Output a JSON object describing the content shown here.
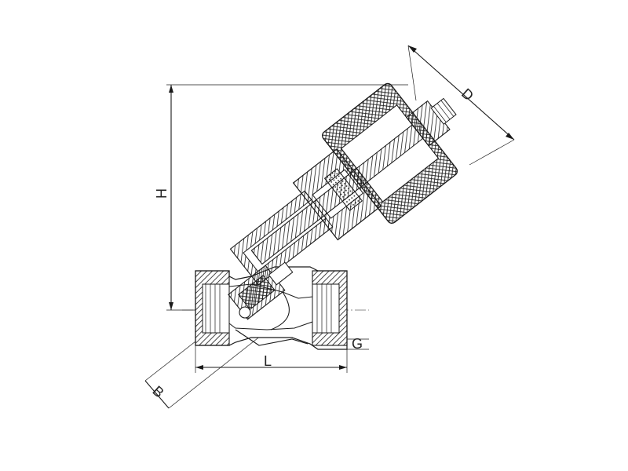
{
  "drawing": {
    "labels": {
      "height": "H",
      "diameter": "D",
      "length": "L",
      "thread": "G",
      "bore": "B"
    },
    "colors": {
      "line": "#1a1a1a",
      "background": "#ffffff"
    }
  }
}
